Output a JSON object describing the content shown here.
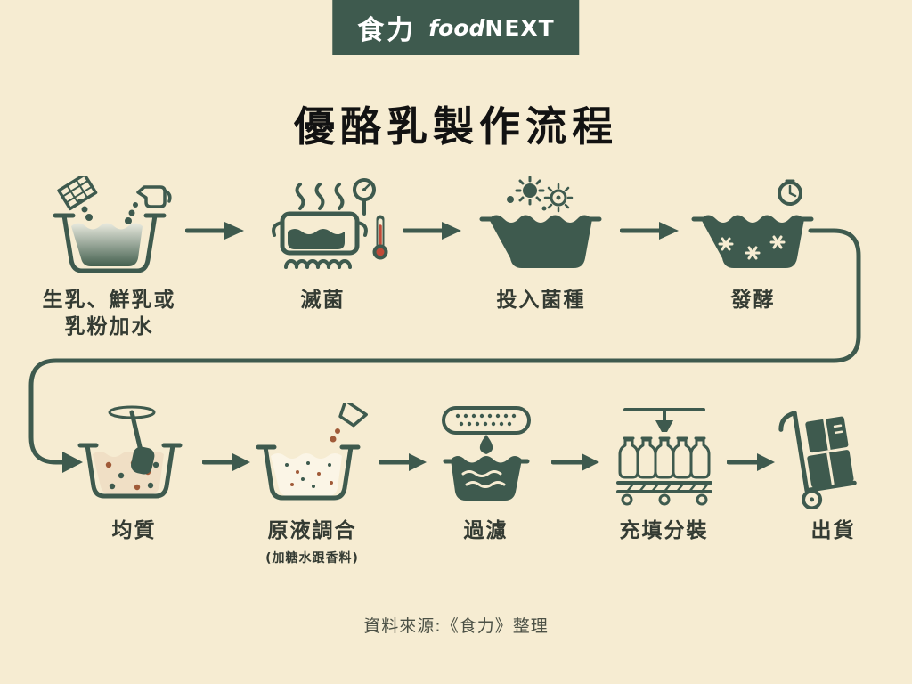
{
  "colors": {
    "paper": "#f6ecd2",
    "accent": "#3e5a4e",
    "ink": "#121212",
    "label": "#343b33",
    "red": "#c04a38",
    "brown": "#a05a38",
    "liquid-light": "#f0dfc5",
    "liquid-white": "#fbf5e6",
    "source": "#4c5146"
  },
  "header": {
    "brand_cn": "食力",
    "brand_food": "food",
    "brand_next": "NEXT"
  },
  "title": "優酪乳製作流程",
  "top_steps": [
    {
      "icon": "milk-pour-icon",
      "label": "生乳、鮮乳或\n乳粉加水"
    },
    {
      "icon": "sterilize-icon",
      "label": "滅菌"
    },
    {
      "icon": "add-culture-icon",
      "label": "投入菌種"
    },
    {
      "icon": "ferment-icon",
      "label": "發酵"
    }
  ],
  "bottom_steps": [
    {
      "icon": "homogenize-icon",
      "label": "均質"
    },
    {
      "icon": "blend-icon",
      "label": "原液調合",
      "sublabel": "(加糖水跟香料)"
    },
    {
      "icon": "filter-icon",
      "label": "過濾"
    },
    {
      "icon": "fill-pack-icon",
      "label": "充填分裝"
    },
    {
      "icon": "ship-icon",
      "label": "出貨"
    }
  ],
  "source": "資料來源:《食力》整理"
}
